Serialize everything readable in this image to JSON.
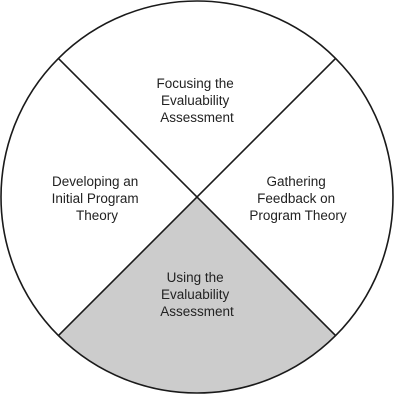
{
  "diagram": {
    "colors": {
      "outline": "#1a1a1a",
      "text": "#222222",
      "background": "#ffffff",
      "highlight": "#cccccc"
    },
    "quadrants": {
      "top": {
        "lines": [
          "Focusing the",
          "Evaluability",
          "Assessment"
        ],
        "fill": "#ffffff"
      },
      "left": {
        "lines": [
          "Developing an",
          "Initial Program",
          "Theory"
        ],
        "fill": "#ffffff"
      },
      "right": {
        "lines": [
          "Gathering",
          "Feedback on",
          "Program Theory"
        ],
        "fill": "#ffffff"
      },
      "bottom": {
        "lines": [
          "Using the",
          "Evaluability",
          "Assessment"
        ],
        "fill": "#cccccc"
      }
    }
  }
}
